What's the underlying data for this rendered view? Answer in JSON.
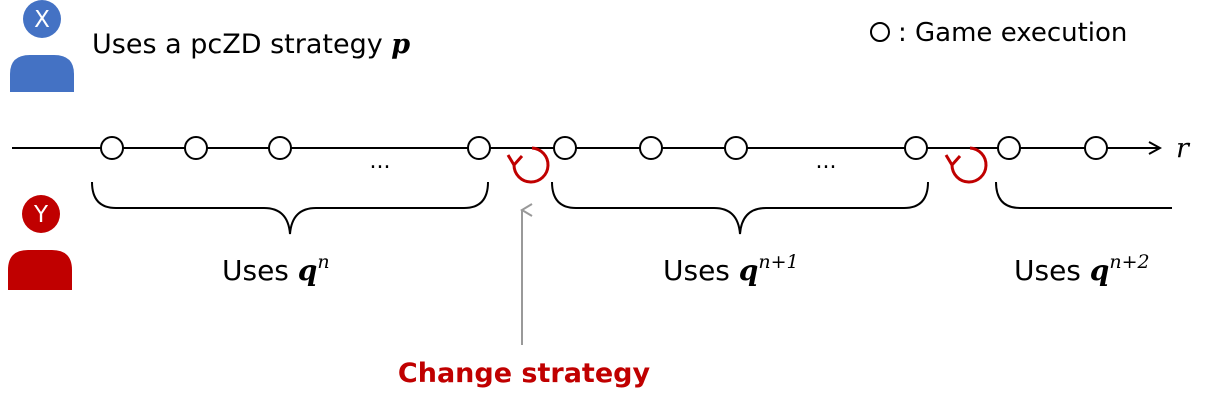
{
  "player_x": {
    "badge": "X",
    "color": "#4472C4",
    "text_prefix": "Uses a pcZD strategy ",
    "text_symbol": "p"
  },
  "player_y": {
    "badge": "Y",
    "color": "#C00000"
  },
  "legend": {
    "text": ": Game execution"
  },
  "timeline": {
    "axis_label": "r",
    "ellipsis": "..."
  },
  "phases": [
    {
      "prefix": "Uses ",
      "symbol": "q",
      "superscript": "n"
    },
    {
      "prefix": "Uses ",
      "symbol": "q",
      "superscript": "n+1"
    },
    {
      "prefix": "Uses ",
      "symbol": "q",
      "superscript": "n+2"
    }
  ],
  "change_label": "Change strategy",
  "colors": {
    "change": "#C00000",
    "arrow": "#999999",
    "line": "#000000"
  }
}
